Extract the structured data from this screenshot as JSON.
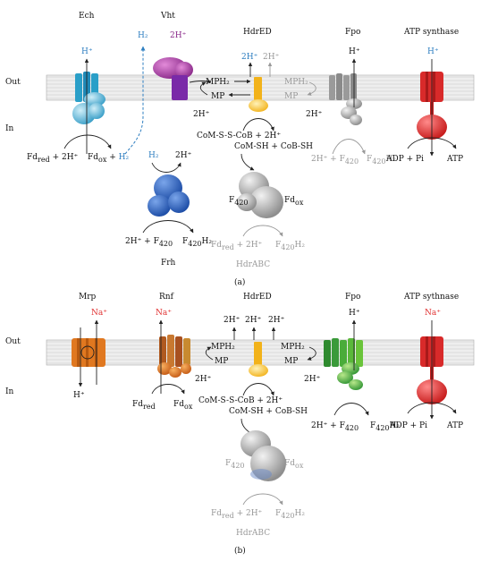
{
  "colors": {
    "ech": "#2a9fc8",
    "vht": "#8a2a8a",
    "hdred": "#f2b21a",
    "fpo_a": "#9a9a9a",
    "fpo_b": "#3a9a3a",
    "atp": "#d82a2a",
    "frh": "#2a5fb8",
    "mrp": "#e07820",
    "rnf": "#b05a20",
    "proton_label": "#2f7fc1",
    "sodium_label": "#e03030"
  },
  "panel_a": {
    "caption": "(a)",
    "side_out": "Out",
    "side_in": "In",
    "complexes": {
      "ech": "Ech",
      "vht": "Vht",
      "hdred": "HdrED",
      "fpo": "Fpo",
      "atp": "ATP synthase",
      "frh": "Frh",
      "hdrabc": "HdrABC"
    },
    "labels": {
      "ech_out": "H⁺",
      "vht_h2": "H₂",
      "vht_2h": "2H⁺",
      "mph2_left": "MPH₂",
      "mp_left": "MP",
      "hdr_2h_out": "2H⁺",
      "hdr_2h_grey": "2H⁺",
      "mph2_right": "MPH₂",
      "mp_right": "MP",
      "fpo_out": "H⁺",
      "atp_out": "H⁺",
      "vht_2h_in": "2H⁺",
      "fpo_2h_in": "2H⁺",
      "ech_in_left": "Fd",
      "ech_in_left_sub": "red",
      "ech_in_left_rest": " + 2H⁺",
      "ech_in_right": "Fd",
      "ech_in_right_sub": "ox",
      "ech_in_right_plus": " + ",
      "ech_in_h2": "H₂",
      "coms": "CoM-S-S-CoB + 2H⁺",
      "comsh": "CoM-SH + CoB-SH",
      "fpo_in_left": "2H⁺ + F",
      "fpo_in_left_sub": "420",
      "fpo_in_right": "F",
      "fpo_in_right_sub": "420",
      "fpo_in_right_h2": "H₂",
      "atp_left": "ADP + Pi",
      "atp_right": "ATP",
      "frh_h2": "H₂",
      "frh_2h": "2H⁺",
      "frh_left": "2H⁺ + F",
      "frh_left_sub": "420",
      "frh_right": "F",
      "frh_right_sub": "420",
      "frh_right_h2": "H₂",
      "hdrabc_f": "F",
      "hdrabc_f_sub": "420",
      "hdrabc_fd": "Fd",
      "hdrabc_fd_sub": "ox",
      "hdrabc_bottom_left": "Fd",
      "hdrabc_bottom_left_sub": "red",
      "hdrabc_bottom_left_rest": " + 2H⁺",
      "hdrabc_bottom_right": "F",
      "hdrabc_bottom_right_sub": "420",
      "hdrabc_bottom_right_h2": "H₂"
    }
  },
  "panel_b": {
    "caption": "(b)",
    "side_out": "Out",
    "side_in": "In",
    "complexes": {
      "mrp": "Mrp",
      "rnf": "Rnf",
      "hdred": "HdrED",
      "fpo": "Fpo",
      "atp": "ATP sythnase",
      "hdrabc": "HdrABC"
    },
    "labels": {
      "mrp_na": "Na⁺",
      "mrp_h": "H⁺",
      "rnf_na": "Na⁺",
      "rnf_left": "Fd",
      "rnf_left_sub": "red",
      "rnf_right": "Fd",
      "rnf_right_sub": "ox",
      "hdr_2h_a": "2H⁺",
      "hdr_2h_b": "2H⁺",
      "hdr_2h_c": "2H⁺",
      "mph2_left": "MPH₂",
      "mp_left": "MP",
      "mph2_right": "MPH₂",
      "mp_right": "MP",
      "hdr_2h_in_left": "2H⁺",
      "hdr_2h_in_right": "2H⁺",
      "fpo_out": "H⁺",
      "atp_out": "Na⁺",
      "coms": "CoM-S-S-CoB + 2H⁺",
      "comsh": "CoM-SH + CoB-SH",
      "fpo_in_left": "2H⁺ + F",
      "fpo_in_left_sub": "420",
      "fpo_in_right": "F",
      "fpo_in_right_sub": "420",
      "fpo_in_right_h2": "H₂",
      "atp_left": "ADP + Pi",
      "atp_right": "ATP",
      "hdrabc_f": "F",
      "hdrabc_f_sub": "420",
      "hdrabc_fd": "Fd",
      "hdrabc_fd_sub": "ox",
      "hdrabc_bottom_left": "Fd",
      "hdrabc_bottom_left_sub": "red",
      "hdrabc_bottom_left_rest": " + 2H⁺",
      "hdrabc_bottom_right": "F",
      "hdrabc_bottom_right_sub": "420",
      "hdrabc_bottom_right_h2": "H₂"
    }
  }
}
